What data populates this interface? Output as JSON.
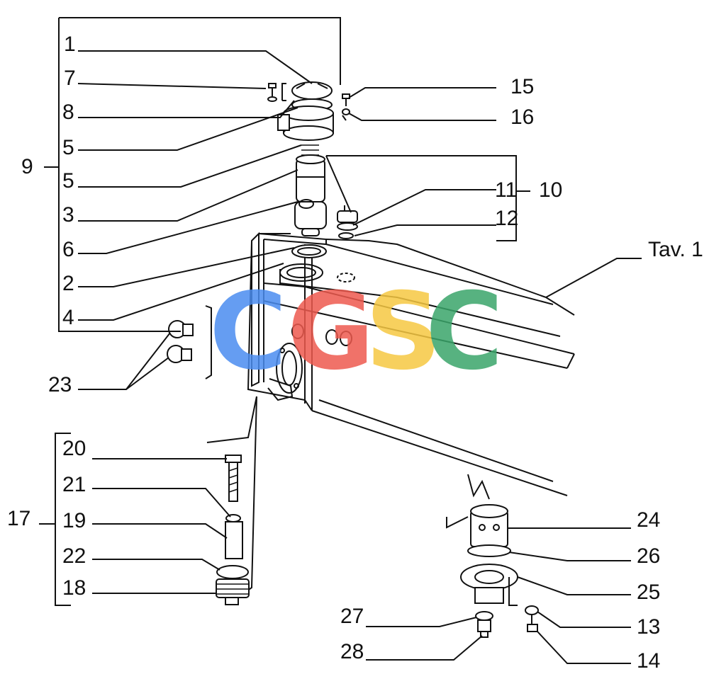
{
  "diagram": {
    "reference": "Tav. 1",
    "watermark": {
      "letters": [
        "C",
        "G",
        "S",
        "C"
      ],
      "colors": [
        "#4b8df0",
        "#ee5a4f",
        "#f6c842",
        "#3aa56a"
      ]
    },
    "labels": {
      "l1": "1",
      "l7": "7",
      "l8": "8",
      "l5a": "5",
      "l9": "9",
      "l5b": "5",
      "l3": "3",
      "l6": "6",
      "l2": "2",
      "l4": "4",
      "l15": "15",
      "l16": "16",
      "l11": "11",
      "l10": "10",
      "l12": "12",
      "l23": "23",
      "l20": "20",
      "l21": "21",
      "l17": "17",
      "l19": "19",
      "l22": "22",
      "l18": "18",
      "l24": "24",
      "l26": "26",
      "l25": "25",
      "l27": "27",
      "l13": "13",
      "l28": "28",
      "l14": "14"
    }
  }
}
